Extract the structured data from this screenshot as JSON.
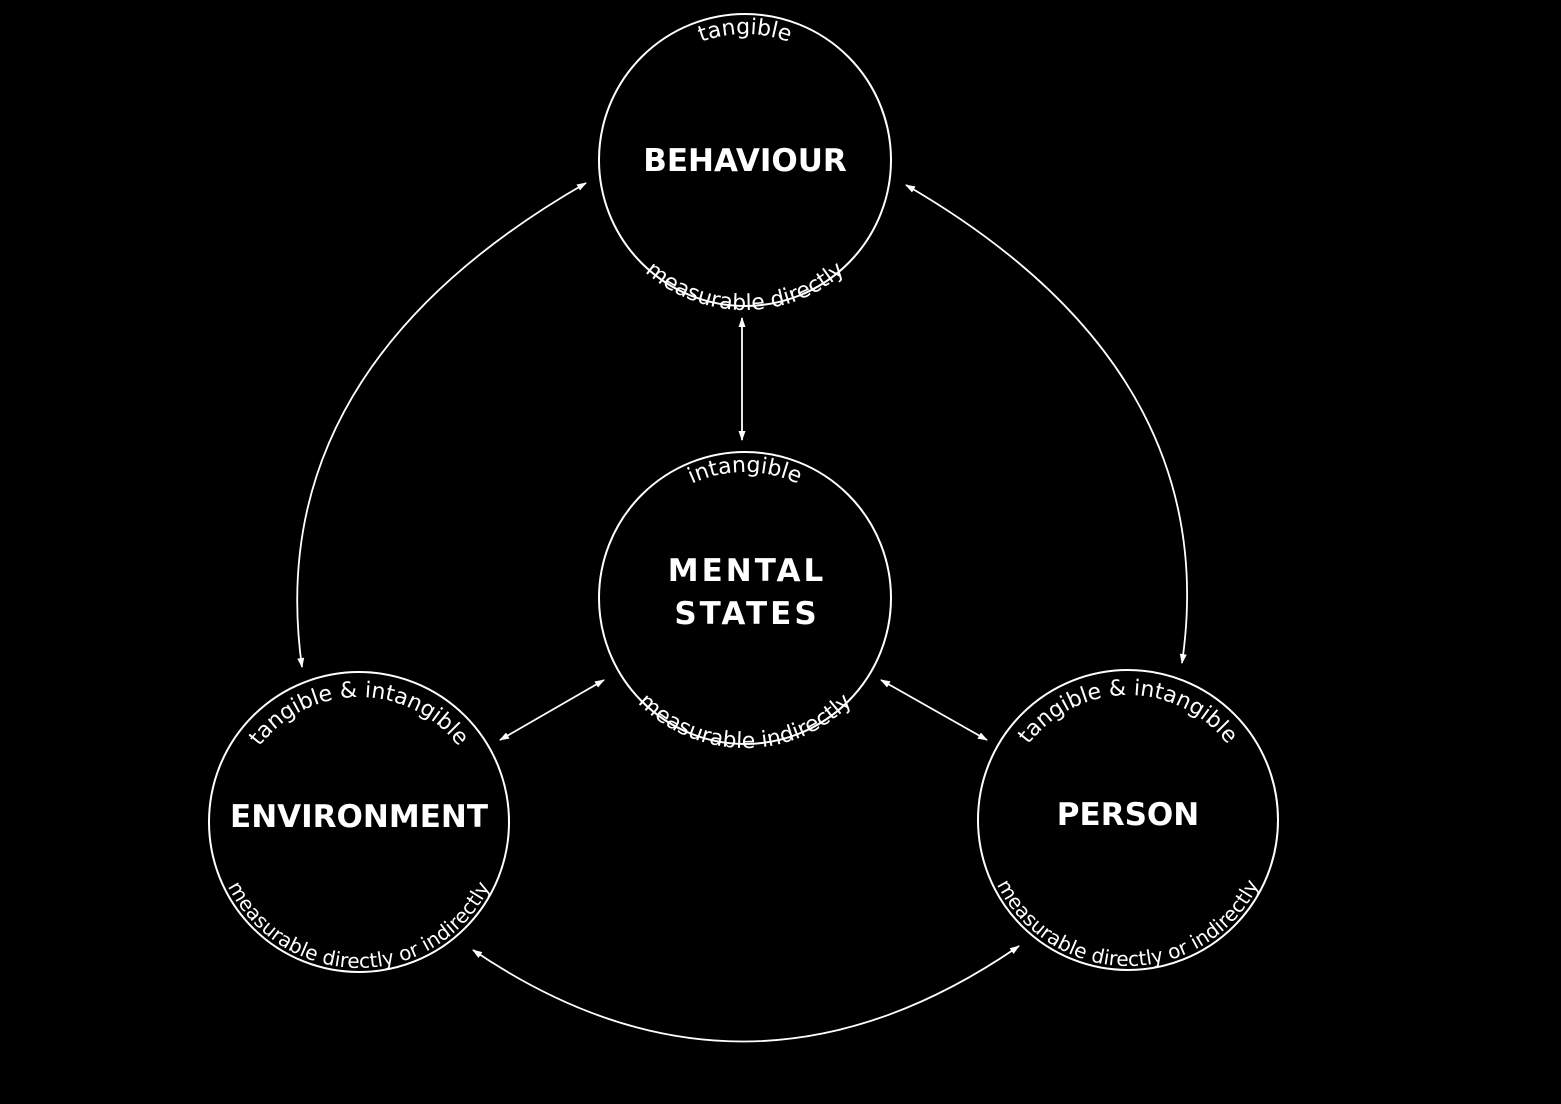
{
  "colors": {
    "background": "#000000",
    "foreground": "#ffffff"
  },
  "nodes": {
    "behaviour": {
      "title": "BEHAVIOUR",
      "top_text": "tangible",
      "bottom_text": "measurable directly"
    },
    "mental_states": {
      "title_line1": "MENTAL",
      "title_line2": "STATES",
      "top_text": "intangible",
      "bottom_text": "measurable indirectly"
    },
    "environment": {
      "title": "ENVIRONMENT",
      "top_text": "tangible & intangible",
      "bottom_text": "measurable directly or indirectly"
    },
    "person": {
      "title": "PERSON",
      "top_text": "tangible & intangible",
      "bottom_text": "measurable directly or indirectly"
    }
  }
}
